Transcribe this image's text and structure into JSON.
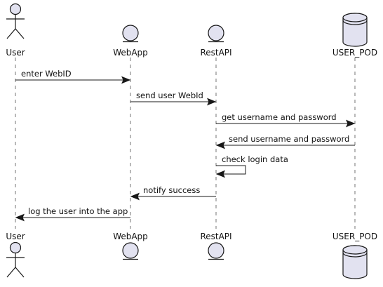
{
  "participants": [
    {
      "id": "user",
      "name": "User",
      "kind": "actor",
      "icon": "actor-icon"
    },
    {
      "id": "webapp",
      "name": "WebApp",
      "kind": "entity",
      "icon": "entity-icon"
    },
    {
      "id": "restapi",
      "name": "RestAPI",
      "kind": "entity",
      "icon": "entity-icon"
    },
    {
      "id": "user_pod",
      "name": "USER_POD",
      "kind": "database",
      "icon": "database-icon"
    }
  ],
  "messages": [
    {
      "from": "user",
      "to": "webapp",
      "label": "enter WebID"
    },
    {
      "from": "webapp",
      "to": "restapi",
      "label": "send user WebId"
    },
    {
      "from": "restapi",
      "to": "user_pod",
      "label": "get username and password"
    },
    {
      "from": "user_pod",
      "to": "restapi",
      "label": "send username and password"
    },
    {
      "from": "restapi",
      "to": "restapi",
      "label": "check login data"
    },
    {
      "from": "restapi",
      "to": "webapp",
      "label": "notify success"
    },
    {
      "from": "webapp",
      "to": "user",
      "label": "log the user into the app"
    }
  ],
  "colors": {
    "participant_fill": "#e2e2f0",
    "line": "#181818",
    "background": "#ffffff"
  }
}
